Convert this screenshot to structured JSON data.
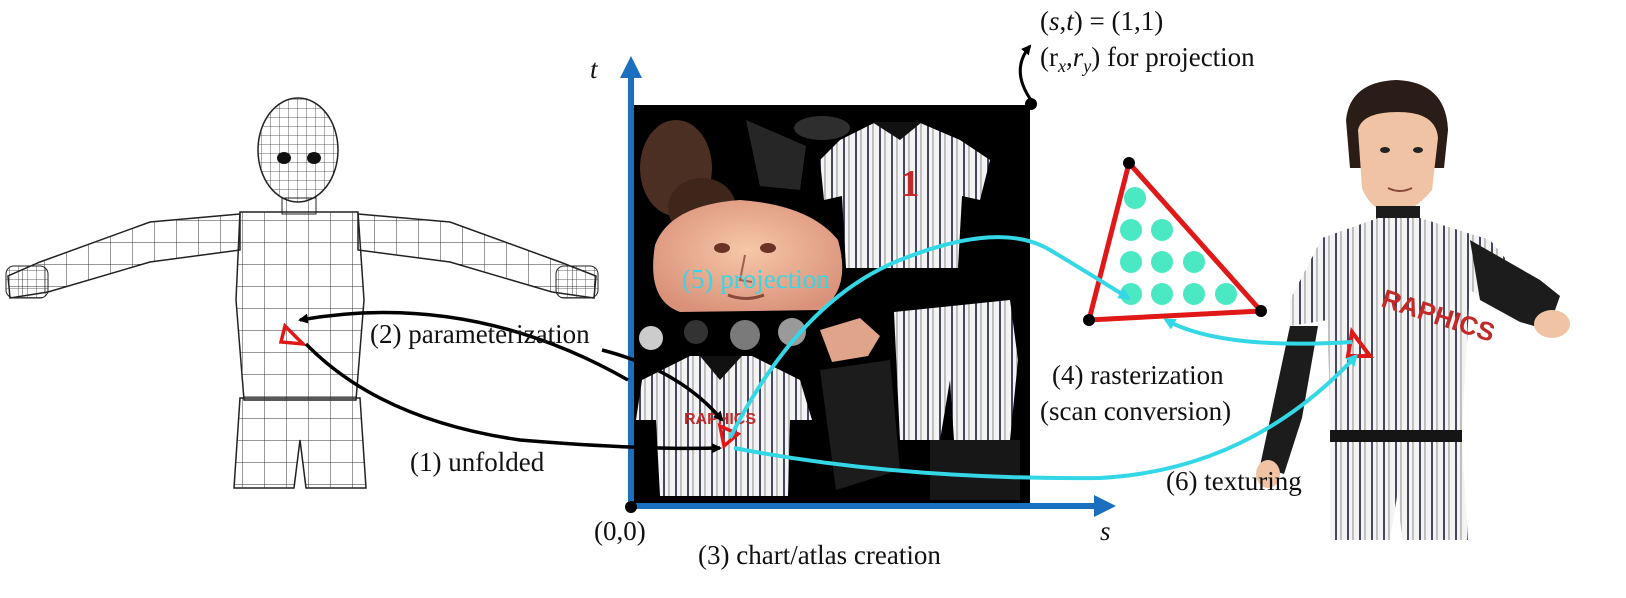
{
  "labels": {
    "corner_top": "(s,t) = (1,1)",
    "corner_top_var_s": "s",
    "corner_top_var_t": "t",
    "corner_top_rest": ") = (1,1)",
    "corner_sub": "(r",
    "corner_sub_x": "x",
    "corner_sub_y": "y",
    "corner_sub_rest": ") for projection",
    "axis_t": "t",
    "axis_s": "s",
    "origin": "(0,0)",
    "step1": "(1) unfolded",
    "step2": "(2) parameterization",
    "step3": "(3) chart/atlas creation",
    "step4a": "(4) rasterization",
    "step4b": "(scan conversion)",
    "step5": "(5) projection",
    "step6": "(6) texturing",
    "jersey_text": "RAPHICS",
    "jersey_number": "1"
  },
  "colors": {
    "axis_blue": "#1a6fbf",
    "cyan": "#33d7e6",
    "red": "#e01818",
    "dot_fill": "#4be8c4",
    "atlas_bg": "#000000"
  },
  "icons": {
    "wireframe": "wireframe-mesh-icon",
    "character": "baseball-player-icon",
    "atlas": "texture-atlas-icon"
  }
}
